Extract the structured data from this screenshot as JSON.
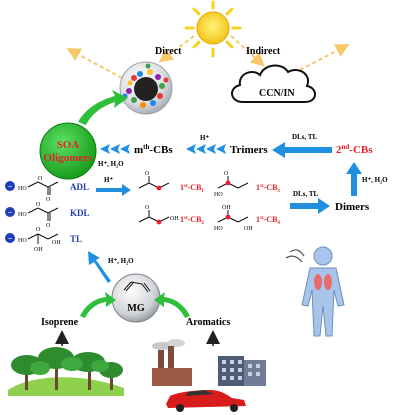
{
  "pathways": {
    "direct": "Direct",
    "indirect": "Indirect",
    "ccn": "CCN/IN"
  },
  "soa": {
    "line1": "SOA",
    "line2": "Oligomers"
  },
  "nodes": {
    "mth_cbs_base": "m",
    "mth_cbs_sup": "th",
    "mth_cbs_rest": "-CBs",
    "trimers": "Trimers",
    "second_cbs_base": "2",
    "second_cbs_sup": "nd",
    "second_cbs_rest": "-CBs",
    "dimers": "Dimers",
    "mg": "MG",
    "isoprene": "Isoprene",
    "aromatics": "Aromatics"
  },
  "arrow_labels": {
    "h_plus_top": "H⁺",
    "dls_tl_top": "DLs, TL",
    "h_plus_h2o_soa": "H⁺, H₂O",
    "h_plus_h2o_right": "H⁺, H₂O",
    "h_plus_mid": "H⁺",
    "dls_tl_mid": "DLs, TL",
    "h_plus_h2o_mg": "H⁺, H₂O"
  },
  "left_species": [
    {
      "name": "ADL",
      "sign": "−"
    },
    {
      "name": "KDL",
      "sign": "−"
    },
    {
      "name": "TL",
      "sign": "−"
    }
  ],
  "cb_labels": {
    "cb1": "1st-CB1",
    "cb2": "1st-CB2",
    "cb3": "1st-CB3",
    "cb4": "1st-CB4"
  },
  "colors": {
    "red": "#e8202a",
    "blue": "#1f3fb5",
    "soa_green": "#25b02a",
    "arrow_blue": "#1f8fe0",
    "arrow_green": "#2fbf3a",
    "sun": "#f7d21a",
    "ray": "#f6c86a"
  },
  "icons": [
    "sun-icon",
    "aerosol-particle-icon",
    "cloud-icon",
    "human-lungs-icon",
    "trees-icon",
    "factory-icon",
    "sports-car-icon"
  ]
}
